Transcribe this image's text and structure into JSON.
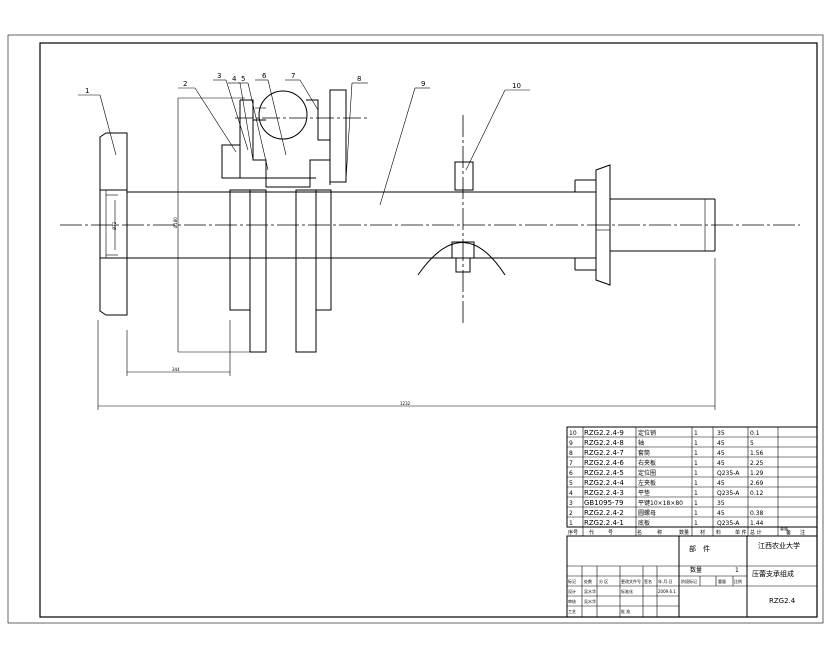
{
  "balloons": [
    "1",
    "2",
    "3",
    "4",
    "5",
    "6",
    "7",
    "8",
    "9",
    "10"
  ],
  "dimensions": {
    "left_small": "Ø32",
    "bore": "Ø180",
    "hub_length": "344",
    "overall_length": "1232"
  },
  "parts_rows": [
    {
      "no": "10",
      "code": "RZG2.2.4-9",
      "name": "定位销",
      "qty": "1",
      "material": "35",
      "weight": "0.1"
    },
    {
      "no": "9",
      "code": "RZG2.2.4-8",
      "name": "轴",
      "qty": "1",
      "material": "45",
      "weight": "5"
    },
    {
      "no": "8",
      "code": "RZG2.2.4-7",
      "name": "套筒",
      "qty": "1",
      "material": "45",
      "weight": "1.56"
    },
    {
      "no": "7",
      "code": "RZG2.2.4-6",
      "name": "右夹板",
      "qty": "1",
      "material": "45",
      "weight": "2.25"
    },
    {
      "no": "6",
      "code": "RZG2.2.4-5",
      "name": "定位圈",
      "qty": "1",
      "material": "Q235-A",
      "weight": "1.29"
    },
    {
      "no": "5",
      "code": "RZG2.2.4-4",
      "name": "左夹板",
      "qty": "1",
      "material": "45",
      "weight": "2.69"
    },
    {
      "no": "4",
      "code": "RZG2.2.4-3",
      "name": "平垫",
      "qty": "1",
      "material": "Q235-A",
      "weight": "0.12"
    },
    {
      "no": "3",
      "code": "GB1095-79",
      "name": "平键10×18×80",
      "qty": "1",
      "material": "35",
      "weight": ""
    },
    {
      "no": "2",
      "code": "RZG2.2.4-2",
      "name": "圆螺母",
      "qty": "1",
      "material": "45",
      "weight": "0.38"
    },
    {
      "no": "1",
      "code": "RZG2.2.4-1",
      "name": "底板",
      "qty": "1",
      "material": "Q235-A",
      "weight": "1.44"
    }
  ],
  "header_row": [
    "序号",
    "代",
    "号",
    "名",
    "称",
    "数量",
    "材",
    "料",
    "单 件",
    "总 计",
    "备",
    "注"
  ],
  "weight_header": "重量",
  "title_block": {
    "assembly": "部　件",
    "quantity_label": "数量",
    "quantity_value": "1",
    "university": "江西农业大学",
    "drawing_title": "压蕾支承组成",
    "drawing_no": "RZG2.4",
    "rev_labels": [
      "标记",
      "处数",
      "分 区",
      "更改文件号",
      "签名",
      "年.月.日"
    ],
    "design_label": "设计",
    "design_name": "吴水华",
    "std_label": "标准化",
    "check_label": "审核",
    "check_name": "吴水华",
    "process_label": "工艺",
    "approve_label": "批 准",
    "stage_labels": [
      "阶段标记",
      "重量",
      "比例"
    ],
    "date_value": "2009.6.1"
  }
}
